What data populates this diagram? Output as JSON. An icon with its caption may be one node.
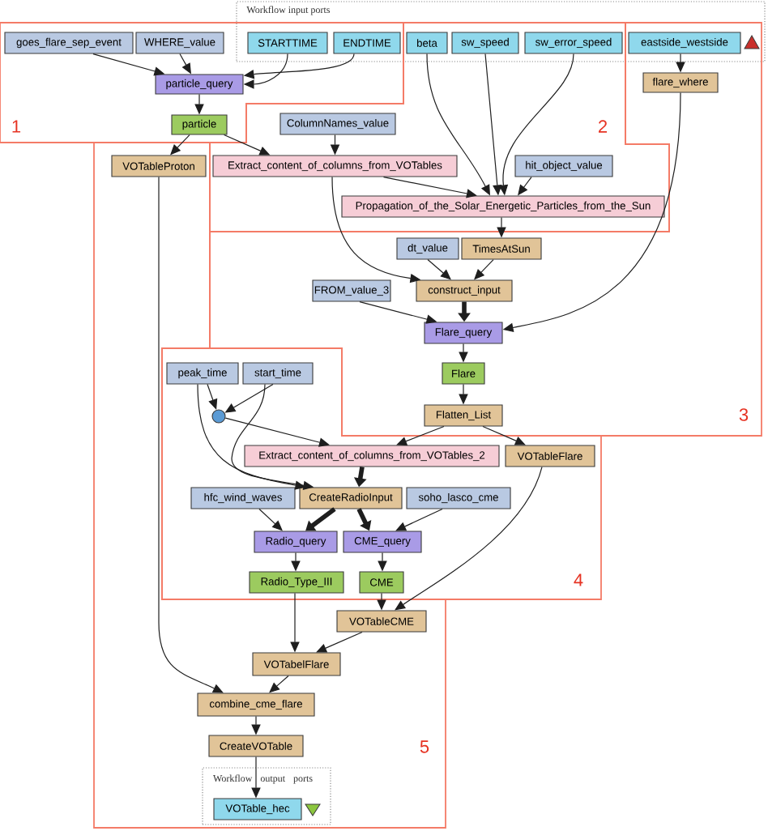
{
  "diagram": {
    "nodes": [
      {
        "text": [
          "Workflow input ports"
        ]
      },
      {
        "text": [
          "1"
        ]
      },
      {
        "text": [
          "2"
        ]
      },
      {
        "text": [
          "3"
        ]
      },
      {
        "text": [
          "4"
        ]
      },
      {
        "text": [
          "5"
        ]
      },
      {
        "text": [
          "goes_flare_sep_event"
        ],
        "in": 1
      },
      {
        "text": [
          "WHERE_value"
        ],
        "in": 1
      },
      {
        "text": [
          "STARTTIME"
        ]
      },
      {
        "text": [
          "ENDTIME"
        ]
      },
      {
        "text": [
          "beta"
        ]
      },
      {
        "text": [
          "sw_speed"
        ]
      },
      {
        "text": [
          "sw_error_speed"
        ]
      },
      {
        "text": [
          "eastside_westside"
        ]
      },
      {
        "text": [
          "particle_query"
        ],
        "in": 1
      },
      {
        "text": [
          "flare_where"
        ],
        "in": 3
      },
      {
        "text": [
          "particle"
        ],
        "in": 1
      },
      {
        "text": [
          "ColumnNames_value"
        ],
        "in": 2
      },
      {
        "text": [
          "VOTableProton"
        ],
        "in": 5
      },
      {
        "text": [
          "Extract_content_of_columns_from_VOTables"
        ],
        "in": 2
      },
      {
        "text": [
          "hit_object_value"
        ],
        "in": 2
      },
      {
        "text": [
          "Propagation_of_the_Solar_Energetic_Particles_from_the_Sun"
        ],
        "in": 2
      },
      {
        "text": [
          "dt_value"
        ],
        "in": 3
      },
      {
        "text": [
          "TimesAtSun"
        ],
        "in": 3
      },
      {
        "text": [
          "FROM_value_3"
        ],
        "in": 3
      },
      {
        "text": [
          "construct_input"
        ],
        "in": 3
      },
      {
        "text": [
          "Flare_query"
        ],
        "in": 3
      },
      {
        "text": [
          "Flare"
        ],
        "in": 3
      },
      {
        "text": [
          "peak_time"
        ],
        "in": 4
      },
      {
        "text": [
          "start_time"
        ],
        "in": 4
      },
      {
        "text": [
          "Flatten_List"
        ],
        "in": 3
      },
      {
        "text": [],
        "shape": "circle",
        "in": 4
      },
      {
        "text": [
          "Extract_content_of_columns_from_VOTables_2"
        ],
        "in": 4
      },
      {
        "text": [
          "VOTableFlare"
        ],
        "in": 4
      },
      {
        "text": [
          "hfc_wind_waves"
        ],
        "in": 4
      },
      {
        "text": [
          "CreateRadioInput"
        ],
        "in": 4
      },
      {
        "text": [
          "soho_lasco_cme"
        ],
        "in": 4
      },
      {
        "text": [
          "Radio_query"
        ],
        "in": 4
      },
      {
        "text": [
          "CME_query"
        ],
        "in": 4
      },
      {
        "text": [
          "Radio_Type_III"
        ],
        "in": 4
      },
      {
        "text": [
          "CME"
        ],
        "in": 4
      },
      {
        "text": [
          "VOTableCME"
        ],
        "in": 5
      },
      {
        "text": [
          "VOTabelFlare"
        ],
        "in": 5
      },
      {
        "text": [
          "combine_cme_flare"
        ],
        "in": 5
      },
      {
        "text": [
          "CreateVOTable"
        ],
        "in": 5
      },
      {
        "text": [
          "Workflow output ports"
        ],
        "in": 5
      },
      {
        "text": [
          "VOTable_hec"
        ],
        "in": 45
      }
    ],
    "edges": [
      {
        "from": 6,
        "to": 14,
        "arrow": "to"
      },
      {
        "from": 7,
        "to": 14,
        "arrow": "to"
      },
      {
        "from": 8,
        "to": 14,
        "arrow": "to"
      },
      {
        "from": 9,
        "to": 14,
        "arrow": "to"
      },
      {
        "from": 14,
        "to": 16,
        "arrow": "to"
      },
      {
        "from": 13,
        "to": 15,
        "arrow": "to"
      },
      {
        "from": 16,
        "to": 18,
        "arrow": "to"
      },
      {
        "from": 16,
        "to": 19,
        "arrow": "to"
      },
      {
        "from": 17,
        "to": 19,
        "arrow": "to"
      },
      {
        "from": 10,
        "to": 21,
        "arrow": "to"
      },
      {
        "from": 11,
        "to": 21,
        "arrow": "to"
      },
      {
        "from": 12,
        "to": 21,
        "arrow": "to"
      },
      {
        "from": 19,
        "to": 21,
        "arrow": "to"
      },
      {
        "from": 20,
        "to": 21,
        "arrow": "to"
      },
      {
        "from": 21,
        "to": 23,
        "arrow": "to"
      },
      {
        "from": 19,
        "to": 25,
        "arrow": "to"
      },
      {
        "from": 22,
        "to": 25,
        "arrow": "to"
      },
      {
        "from": 23,
        "to": 25,
        "arrow": "to"
      },
      {
        "from": 24,
        "to": 26,
        "arrow": "to"
      },
      {
        "from": 25,
        "to": 26,
        "arrow": "to",
        "style": "thick"
      },
      {
        "from": 15,
        "to": 26,
        "arrow": "to"
      },
      {
        "from": 26,
        "to": 27,
        "arrow": "to"
      },
      {
        "from": 27,
        "to": 30,
        "arrow": "to"
      },
      {
        "from": 28,
        "to": 31,
        "arrow": "to"
      },
      {
        "from": 29,
        "to": 31,
        "arrow": "to"
      },
      {
        "from": 31,
        "to": 32,
        "arrow": "to"
      },
      {
        "from": 30,
        "to": 32,
        "arrow": "to"
      },
      {
        "from": 30,
        "to": 33,
        "arrow": "to"
      },
      {
        "from": 28,
        "to": 35,
        "arrow": "to"
      },
      {
        "from": 29,
        "to": 35,
        "arrow": "to"
      },
      {
        "from": 32,
        "to": 35,
        "arrow": "to",
        "style": "thick"
      },
      {
        "from": 34,
        "to": 37,
        "arrow": "to"
      },
      {
        "from": 35,
        "to": 37,
        "arrow": "to",
        "style": "thick"
      },
      {
        "from": 35,
        "to": 38,
        "arrow": "to",
        "style": "thick"
      },
      {
        "from": 36,
        "to": 38,
        "arrow": "to"
      },
      {
        "from": 37,
        "to": 39,
        "arrow": "to"
      },
      {
        "from": 38,
        "to": 40,
        "arrow": "to"
      },
      {
        "from": 40,
        "to": 41,
        "arrow": "to"
      },
      {
        "from": 33,
        "to": 41,
        "arrow": "to"
      },
      {
        "from": 39,
        "to": 42,
        "arrow": "to"
      },
      {
        "from": 41,
        "to": 42,
        "arrow": "to"
      },
      {
        "from": 18,
        "to": 43,
        "arrow": "to"
      },
      {
        "from": 42,
        "to": 43,
        "arrow": "to"
      },
      {
        "from": 43,
        "to": 44,
        "arrow": "to"
      },
      {
        "from": 44,
        "to": 46,
        "arrow": "to"
      }
    ]
  }
}
